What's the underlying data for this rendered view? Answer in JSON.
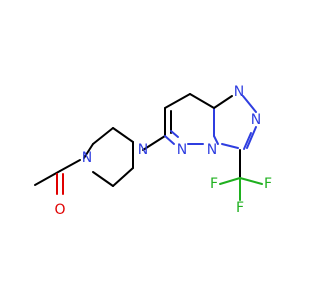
{
  "colors": {
    "background": "#ffffff",
    "carbon_bond": "#000000",
    "nitrogen": "#2f3ee0",
    "oxygen": "#e00000",
    "fluorine": "#1fb01f"
  },
  "atoms": {
    "o1": "O",
    "n_piperazine_1": "N",
    "n_piperazine_2": "N",
    "n_pyridazine": "N",
    "n_bridge": "N",
    "n_triazole_1": "N",
    "n_triazole_2": "N",
    "f1": "F",
    "f2": "F",
    "f3": "F"
  }
}
